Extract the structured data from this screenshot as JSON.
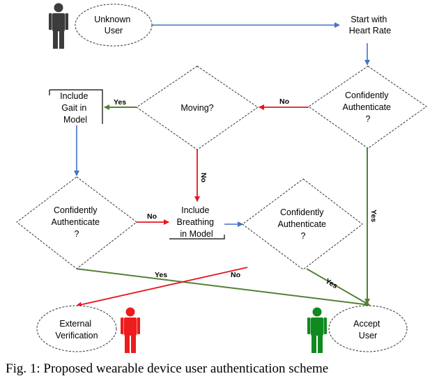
{
  "nodes": {
    "unknown_user": [
      "Unknown",
      "User"
    ],
    "start_heart_rate": [
      "Start with",
      "Heart Rate"
    ],
    "auth1": [
      "Confidently",
      "Authenticate",
      "?"
    ],
    "moving": [
      "Moving?"
    ],
    "include_gait": [
      "Include",
      "Gait  in",
      "Model"
    ],
    "auth2": [
      "Confidently",
      "Authenticate",
      "?"
    ],
    "include_breathing": [
      "Include",
      "Breathing",
      "in Model"
    ],
    "auth3": [
      "Confidently",
      "Authenticate",
      "?"
    ],
    "external_verification": [
      "External",
      "Verification"
    ],
    "accept_user": [
      "Accept",
      "User"
    ]
  },
  "edge_labels": {
    "auth1_moving": "No",
    "moving_gait": "Yes",
    "moving_breathing": "No",
    "auth1_accept": "Yes",
    "auth2_breathing": "No",
    "auth2_accept": "Yes",
    "auth3_accept": "Yes",
    "auth3_external": "No"
  },
  "colors": {
    "blue": "#4472c4",
    "red": "#e8141b",
    "green": "#538135",
    "person_gray": "#3c3c3c",
    "person_red": "#ee1c1c",
    "person_green": "#0e8a1e"
  },
  "caption": "Fig. 1: Proposed wearable device user authentication scheme"
}
